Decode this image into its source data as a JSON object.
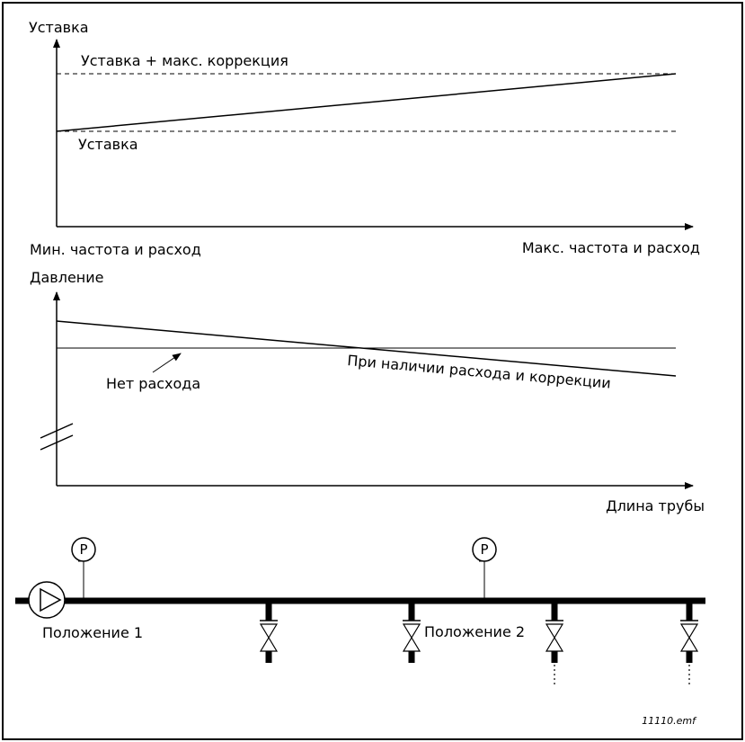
{
  "top_chart": {
    "y_label": "Уставка",
    "upper_line_label": "Уставка + макс. коррекция",
    "base_line_label": "Уставка",
    "x_min_label": "Мин. частота и расход",
    "x_max_label": "Макс. частота и расход"
  },
  "bottom_chart": {
    "y_label": "Давление",
    "no_flow_label": "Нет расхода",
    "flow_label": "При наличии расхода и коррекции",
    "x_label": "Длина трубы"
  },
  "pipe": {
    "gauge_letter_1": "P",
    "gauge_letter_2": "P",
    "position_1_label": "Положение 1",
    "position_2_label": "Положение 2"
  },
  "filename": "11110.emf",
  "colors": {
    "line": "#000000",
    "background": "#ffffff"
  }
}
